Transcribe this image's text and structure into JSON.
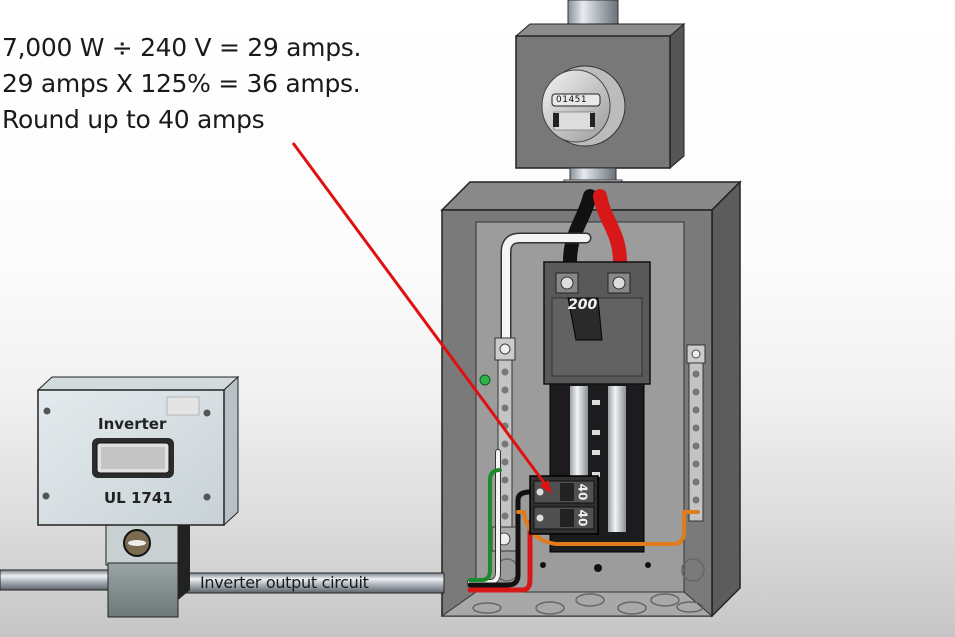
{
  "calculation": {
    "lines": [
      "7,000 W ÷ 240 V = 29 amps.",
      "29 amps X 125% = 36 amps.",
      "Round up to 40 amps"
    ]
  },
  "meter": {
    "reading": "01451"
  },
  "inverter": {
    "title": "Inverter",
    "listing": "UL 1741"
  },
  "main_breaker": {
    "rating": "200"
  },
  "backfed_breaker": {
    "ratings": [
      "40",
      "40"
    ]
  },
  "conduit": {
    "label": "Inverter output circuit"
  },
  "colors": {
    "pointer_arrow": "#e01010",
    "hot_wire_red": "#d81818",
    "hot_wire_black": "#111111",
    "neutral_wire": "#f4f4f4",
    "ground_wire": "#1e8a2e",
    "bonding_wire": "#e07c1c",
    "enclosure_gray": "#6f6f6f"
  }
}
